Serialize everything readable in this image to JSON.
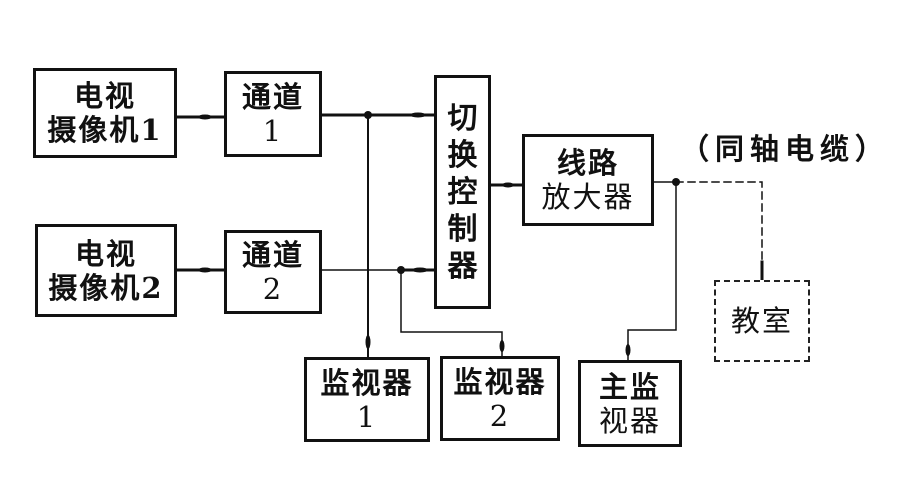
{
  "diagram": {
    "title": "",
    "nodes": {
      "camera1": {
        "line1": "电视",
        "line2": "摄像机1"
      },
      "camera2": {
        "line1": "电视",
        "line2": "摄像机2"
      },
      "channel1": {
        "line1": "通道",
        "line2": "1"
      },
      "channel2": {
        "line1": "通道",
        "line2": "2"
      },
      "switch_controller": {
        "chars": [
          "切",
          "换",
          "控",
          "制",
          "器"
        ]
      },
      "line_amplifier": {
        "line1": "线路",
        "line2": "放大器"
      },
      "monitor1": {
        "line1": "监视器",
        "line2": "1"
      },
      "monitor2": {
        "line1": "监视器",
        "line2": "2"
      },
      "main_monitor": {
        "line1": "主监",
        "line2": "视器"
      },
      "classroom": {
        "line1": "教室"
      }
    },
    "annotations": {
      "coax_cable": "（同轴电缆）"
    },
    "edges": [
      {
        "from": "camera1",
        "to": "channel1",
        "style": "solid"
      },
      {
        "from": "camera2",
        "to": "channel2",
        "style": "solid"
      },
      {
        "from": "channel1",
        "to": "switch_controller",
        "style": "solid"
      },
      {
        "from": "channel2",
        "to": "switch_controller",
        "style": "solid"
      },
      {
        "from": "channel1",
        "to": "monitor1",
        "style": "solid"
      },
      {
        "from": "channel2",
        "to": "monitor2",
        "style": "solid"
      },
      {
        "from": "switch_controller",
        "to": "line_amplifier",
        "style": "solid"
      },
      {
        "from": "line_amplifier",
        "to": "main_monitor",
        "style": "solid"
      },
      {
        "from": "line_amplifier",
        "to": "classroom",
        "style": "dashed",
        "label": "coax_cable"
      }
    ]
  }
}
